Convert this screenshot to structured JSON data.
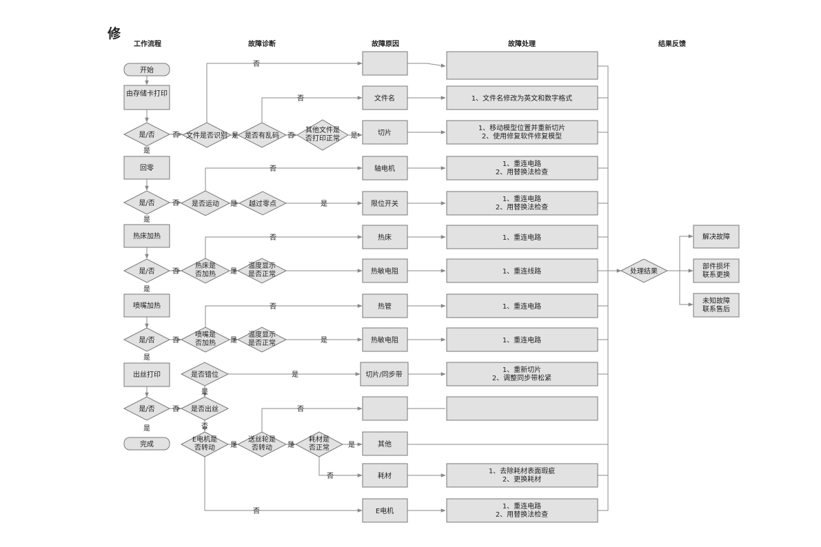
{
  "title": "修",
  "headers": [
    "工作流程",
    "故障诊断",
    "故障原因",
    "故障处理",
    "结果反馈"
  ],
  "workflow": {
    "start": "开始",
    "steps": [
      "由存储卡打印",
      "回零",
      "热床加热",
      "喷嘴加热",
      "出丝打印"
    ],
    "end": "完成",
    "decision": "是/否"
  },
  "diagnosis": {
    "file_recognized": "文件是否识别",
    "garbled": "是否有乱码",
    "other_file": "其他文件是否打印正常",
    "moving": "是否运动",
    "past_zero": "越过零点",
    "bed_heating": "热床是否加热",
    "temp_display": "温度显示是否正常",
    "nozzle_heating": "喷嘴是否加热",
    "misaligned": "是否错位",
    "extruding": "是否出丝",
    "e_motor": "E电机是否转动",
    "feed_wheel": "送丝轮是否转动",
    "filament_ok": "耗材是否正常"
  },
  "causes": [
    "文件名",
    "切片",
    "轴电机",
    "限位开关",
    "热床",
    "热敏电阻",
    "热管",
    "热敏电阻",
    "切片/同步带",
    "其他",
    "耗材",
    "E电机"
  ],
  "fixes": [
    [
      "1、文件名修改为英文和数字格式"
    ],
    [
      "1、移动模型位置并重新切片",
      "2、使用修复软件修复模型"
    ],
    [
      "1、重连电路",
      "2、用替换法检查"
    ],
    [
      "1、重连电路",
      "2、用替换法检查"
    ],
    [
      "1、重连电路"
    ],
    [
      "1、重连线路"
    ],
    [
      "1、重连电路"
    ],
    [
      "1、重连电路"
    ],
    [
      "1、重新切片",
      "2、调整同步带松紧"
    ],
    [
      "1、去除耗材表面瑕疵",
      "2、更换耗材"
    ],
    [
      "1、重连电路",
      "2、用替换法检查"
    ]
  ],
  "feedback": {
    "result": "处理结果",
    "outcomes": [
      [
        "解决故障"
      ],
      [
        "部件损坏",
        "联系更换"
      ],
      [
        "未知故障",
        "联系售后"
      ]
    ]
  },
  "edge_labels": {
    "yes": "是",
    "no": "否",
    "yes_tick": "是'"
  }
}
